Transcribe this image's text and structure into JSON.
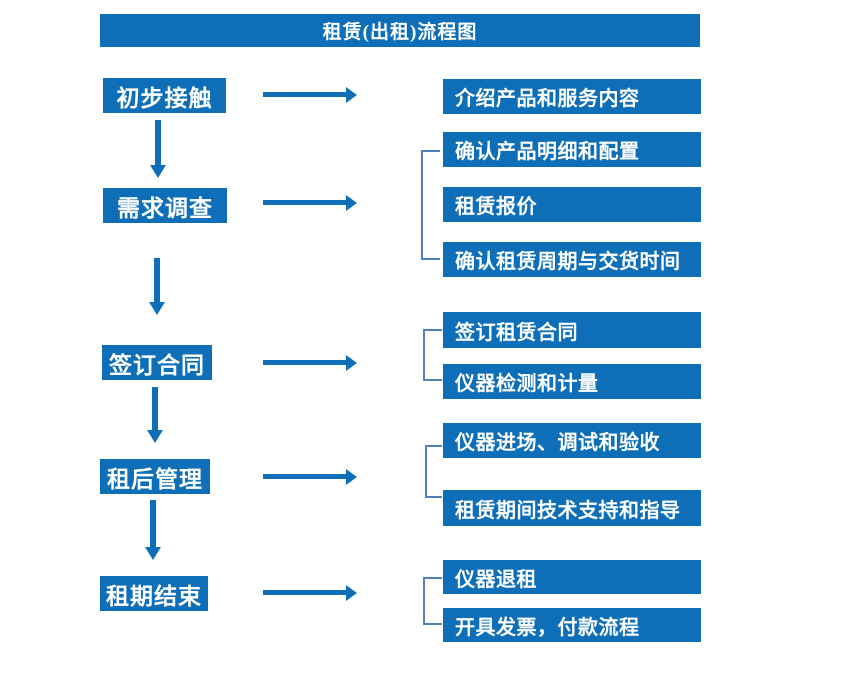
{
  "colors": {
    "accent": "#0E6FB8",
    "bracket": "#4F81BD",
    "box_text": "#FFFFFF",
    "background": "#FFFFFF"
  },
  "header": {
    "title": "租赁(出租)流程图"
  },
  "flow": {
    "stages": [
      {
        "label": "初步接触",
        "details": [
          "介绍产品和服务内容"
        ]
      },
      {
        "label": "需求调查",
        "details": [
          "确认产品明细和配置",
          "租赁报价",
          "确认租赁周期与交货时间"
        ]
      },
      {
        "label": "签订合同",
        "details": [
          "签订租赁合同",
          "仪器检测和计量"
        ]
      },
      {
        "label": "租后管理",
        "details": [
          "仪器进场、调试和验收",
          "租赁期间技术支持和指导"
        ]
      },
      {
        "label": "租期结束",
        "details": [
          "仪器退租",
          "开具发票，付款流程"
        ]
      }
    ]
  }
}
